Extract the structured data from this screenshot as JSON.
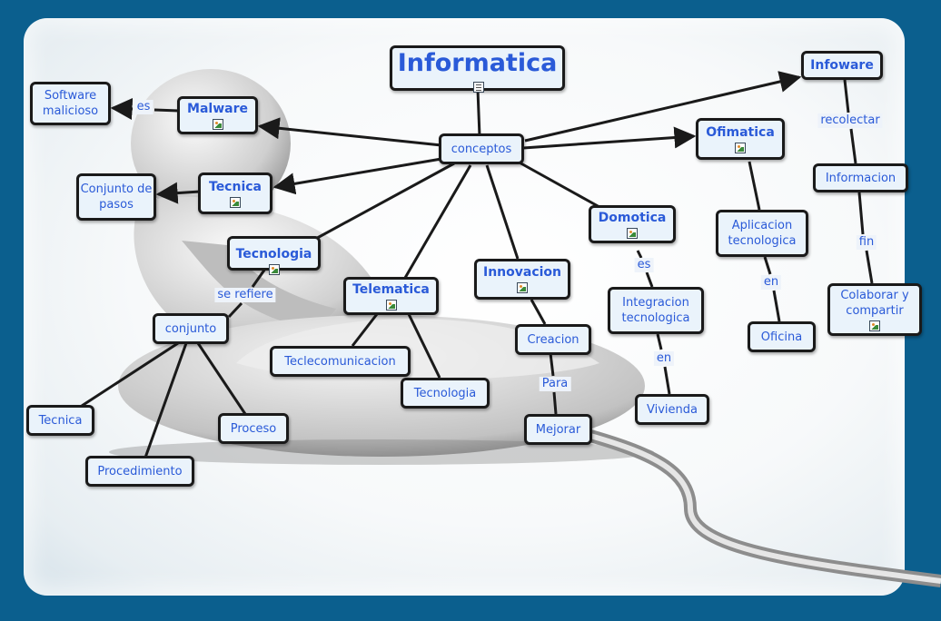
{
  "title": "Informatica",
  "icons": {
    "image_icon": "image-icon",
    "document_icon": "document-icon"
  },
  "colors": {
    "background": "#0b5f8e",
    "node_fill": "#eaf3fb",
    "node_text": "#2a5ad8",
    "line": "#1a1a1a"
  },
  "nodes": {
    "informatica": "Informatica",
    "conceptos": "conceptos",
    "malware": "Malware",
    "software_malicioso": "Software malicioso",
    "tecnica_main": "Tecnica",
    "conjunto_pasos": "Conjunto de pasos",
    "tecnologia_main": "Tecnologia",
    "conjunto": "conjunto",
    "tecnica_sub": "Tecnica",
    "procedimiento": "Procedimiento",
    "proceso": "Proceso",
    "telematica": "Telematica",
    "telecomunicacion": "Teclecomunicacion",
    "tecnologia_sub": "Tecnologia",
    "innovacion": "Innovacion",
    "creacion": "Creacion",
    "mejorar": "Mejorar",
    "domotica": "Domotica",
    "integracion": "Integracion tecnologica",
    "vivienda": "Vivienda",
    "ofimatica": "Ofimatica",
    "aplicacion": "Aplicacion tecnologica",
    "oficina": "Oficina",
    "infoware": "Infoware",
    "informacion": "Informacion",
    "colaborar": "Colaborar y compartir"
  },
  "linking_phrases": {
    "es_malware": "es",
    "se_refiere": "se refiere",
    "para": "Para",
    "es_domotica": "es",
    "en_vivienda": "en",
    "en_oficina": "en",
    "recolectar": "recolectar",
    "fin": "fin"
  }
}
